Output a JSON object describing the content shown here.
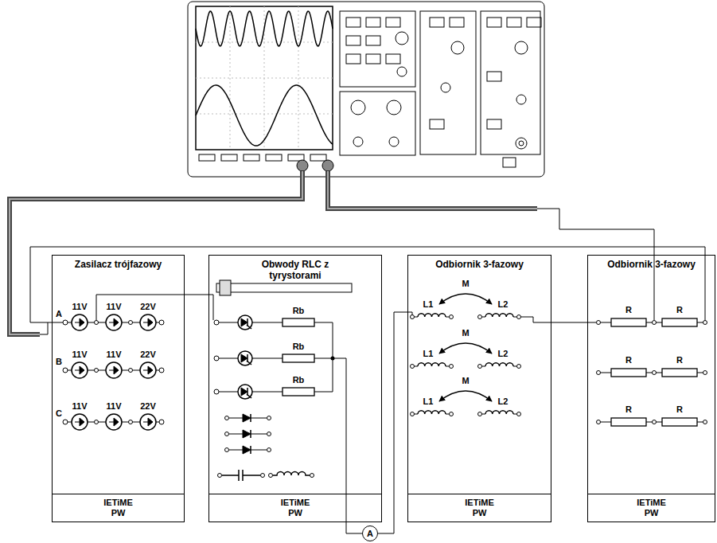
{
  "diagram": {
    "nodes": [
      {
        "text": [
          "Zasilacz trójfazowy",
          "IETiME PW"
        ]
      },
      {
        "text": [
          "Obwody RLC z tyrystorami",
          "IETiME PW"
        ]
      },
      {
        "text": [
          "Odbiornik 3-fazowy",
          "IETiME PW"
        ]
      },
      {
        "text": [
          "Odbiornik 3-fazowy",
          "IETiME PW"
        ]
      },
      {
        "text": [
          "A"
        ]
      }
    ],
    "edges": [
      {
        "from": 0,
        "to": 1,
        "arrow": "none"
      },
      {
        "from": 1,
        "to": 4,
        "arrow": "none"
      },
      {
        "from": 4,
        "to": 2,
        "arrow": "none"
      },
      {
        "from": 2,
        "to": 3,
        "arrow": "none"
      }
    ],
    "labels": [
      "A",
      "11V",
      "11V",
      "22V",
      "B",
      "11V",
      "11V",
      "22V",
      "C",
      "11V",
      "11V",
      "22V",
      "Rb",
      "Rb",
      "Rb",
      "L1",
      "M",
      "L2",
      "L1",
      "M",
      "L2",
      "L1",
      "M",
      "L2",
      "R",
      "R",
      "R",
      "R",
      "R",
      "R"
    ]
  }
}
